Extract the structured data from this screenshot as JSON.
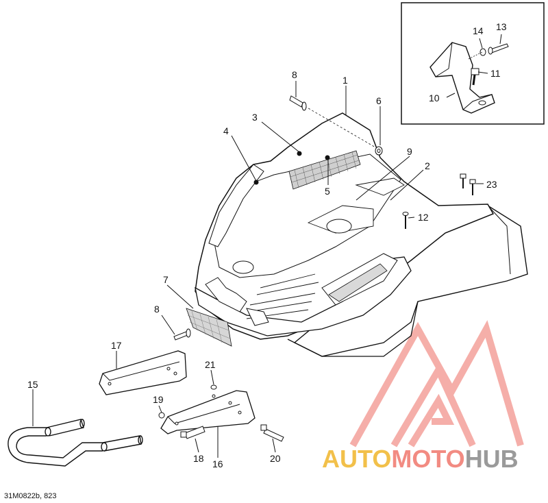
{
  "diagram": {
    "reference": "31M0822b, 823",
    "callouts": {
      "c1": "1",
      "c2": "2",
      "c3": "3",
      "c4": "4",
      "c5": "5",
      "c6": "6",
      "c7": "7",
      "c8a": "8",
      "c8b": "8",
      "c9": "9",
      "c10": "10",
      "c11": "11",
      "c12": "12",
      "c13": "13",
      "c14": "14",
      "c15": "15",
      "c16": "16",
      "c17": "17",
      "c18": "18",
      "c19": "19",
      "c20": "20",
      "c21": "21",
      "c23": "23"
    }
  },
  "watermark": {
    "part1": "AUTO",
    "part2": "MOTO",
    "part3": "HUB",
    "colors": {
      "auto": "#f2c04a",
      "moto": "#f28b82",
      "hub": "#9a9a9a",
      "logo": "#f4a6a0"
    }
  }
}
